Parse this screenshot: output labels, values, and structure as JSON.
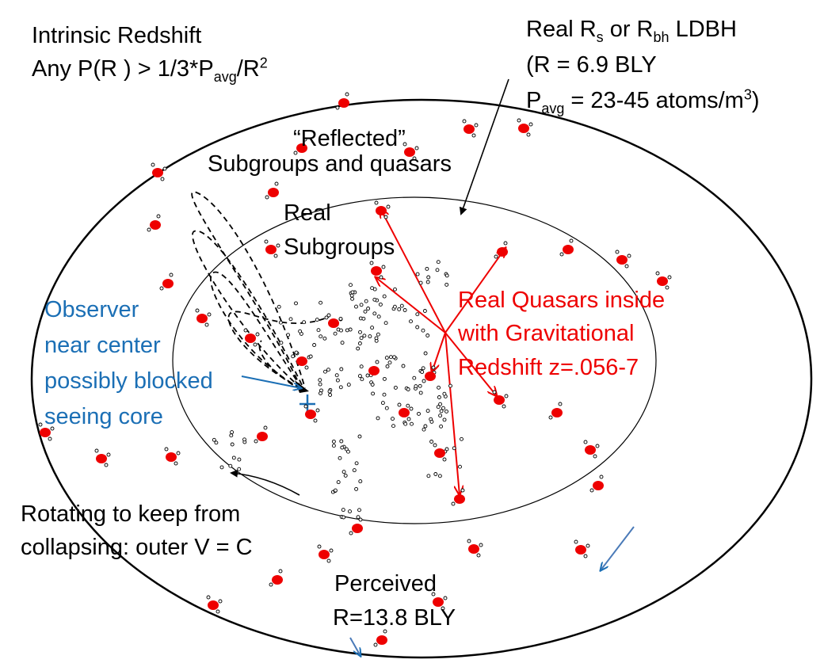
{
  "labels": {
    "intrinsic_title": "Intrinsic Redshift",
    "intrinsic_formula_prefix": "Any P(R ) > 1/3*P",
    "intrinsic_formula_sub": "avg",
    "intrinsic_formula_mid": "/R",
    "intrinsic_formula_sup": "2",
    "real_rs_a": "Real R",
    "real_rs_sub1": "s",
    "real_rs_b": " or R",
    "real_rs_sub2": "bh",
    "real_rs_c": " LDBH",
    "real_r_value": "(R = 6.9 BLY",
    "pavg_a": "P",
    "pavg_sub": "avg",
    "pavg_b": " = 23-45 atoms/m",
    "pavg_sup": "3",
    "pavg_c": ")",
    "reflected_1": "“Reflected”",
    "reflected_2": "Subgroups and quasars",
    "real_subgroups_1": "Real",
    "real_subgroups_2": "Subgroups",
    "real_quasars_1": "Real Quasars inside",
    "real_quasars_2": "with Gravitational",
    "real_quasars_3": "Redshift z=.056-7",
    "observer_1": "Observer",
    "observer_2": "near center",
    "observer_3": "possibly blocked",
    "observer_4": "seeing core",
    "observer_marker": "+",
    "rotating_1": "Rotating to keep from",
    "rotating_2": "collapsing: outer V = C",
    "perceived_1": "Perceived",
    "perceived_2": "R=13.8 BLY"
  },
  "colors": {
    "outline": "#000000",
    "quasar": "#ee0000",
    "observer": "#1b6fb5",
    "arrow_red": "#ee0000",
    "arrow_blue": "#4a7ab8"
  },
  "icons": {
    "quasar": "red-dot-icon",
    "galaxy": "small-circle-icon",
    "observer": "plus-marker-icon"
  }
}
